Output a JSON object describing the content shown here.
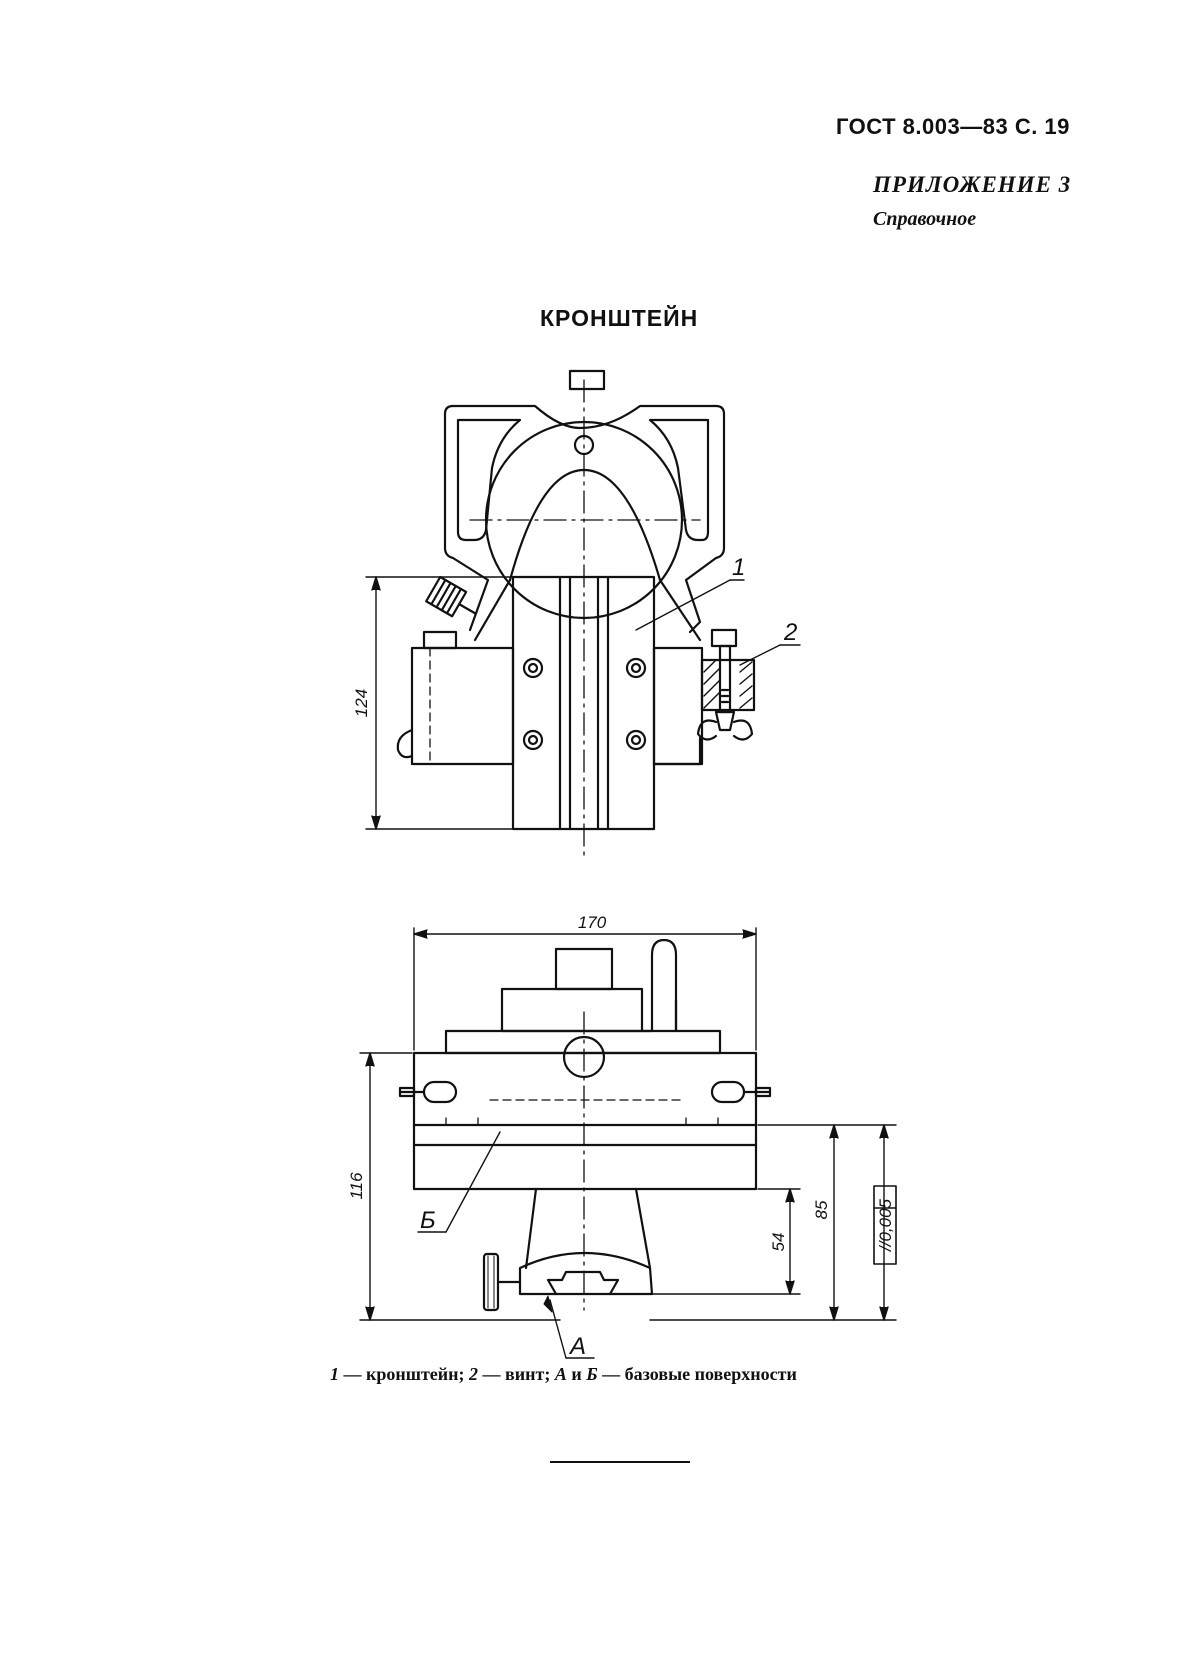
{
  "header": {
    "document_code": "ГОСТ 8.003—83 С. 19",
    "appendix_title": "ПРИЛОЖЕНИЕ 3",
    "appendix_type": "Справочное"
  },
  "drawing": {
    "title": "КРОНШТЕЙН",
    "part_labels": [
      "1",
      "2"
    ],
    "surface_labels": [
      "А",
      "Б"
    ],
    "dimensions": {
      "height_top_view": "124",
      "width_bottom_view": "170",
      "height_bottom_view": "116",
      "height_85": "85",
      "height_54": "54",
      "tolerance": "//0,005"
    }
  },
  "caption": {
    "item1": "1",
    "item1_text": "— кронштейн;",
    "item2": "2",
    "item2_text": "— винт;",
    "surface_a": "А",
    "conj": "и",
    "surface_b": "Б",
    "surface_text": "— базовые поверхности"
  }
}
